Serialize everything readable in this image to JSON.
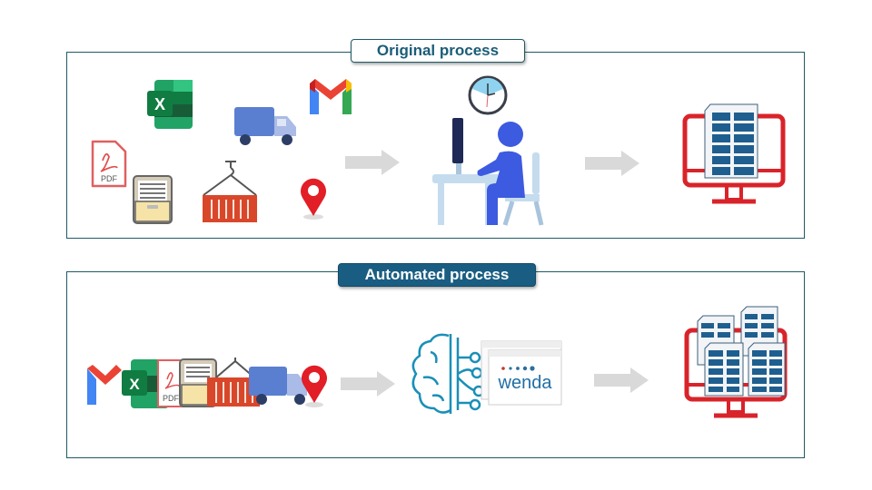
{
  "sections": [
    {
      "title": "Original process",
      "sources": [
        "excel-icon",
        "truck-icon",
        "gmail-icon",
        "pdf-icon",
        "archive-drawer-icon",
        "container-icon",
        "location-pin-icon"
      ],
      "source_texts": {
        "excel": "X",
        "pdf": "PDF"
      },
      "processor": "manual-worker-with-clock",
      "result": "monitor-with-document"
    },
    {
      "title": "Automated process",
      "sources": [
        "gmail-icon",
        "excel-icon",
        "pdf-icon",
        "archive-drawer-icon",
        "container-icon",
        "truck-icon",
        "location-pin-icon"
      ],
      "source_texts": {
        "excel": "X",
        "pdf": "PDF"
      },
      "processor": "ai-brain-with-wenda-window",
      "processor_brand": "wenda",
      "result": "monitor-with-multiple-documents"
    }
  ],
  "colors": {
    "border": "#1f5a66",
    "label_text": "#1a5d78",
    "label_fill": "#1a5d82",
    "arrow": "#d9d9d9",
    "monitor": "#d9232a",
    "doc_cells": "#1f5f8f",
    "person": "#3d5be0"
  }
}
